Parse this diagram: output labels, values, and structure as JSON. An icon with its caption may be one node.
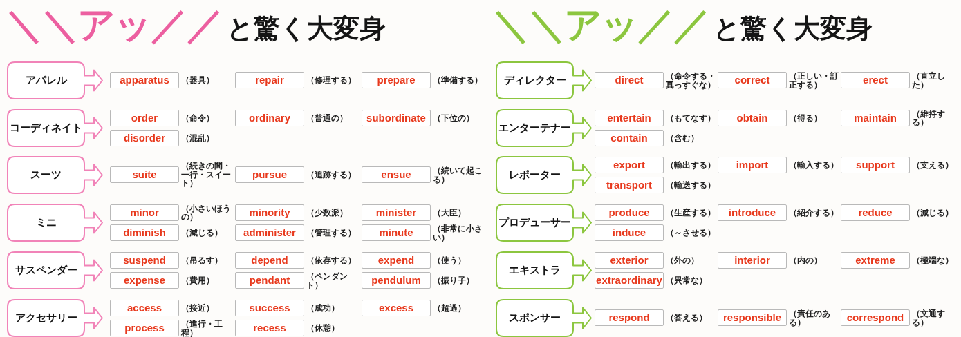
{
  "diagram": {
    "title": "**＼＼アッ／／**と驚く大変身",
    "labels": [
      "**＼＼アッ／／**と驚く大変身"
    ],
    "nodes": [
      {
        "text": [
          "アパレル"
        ]
      },
      {
        "text": [
          "apparatus"
        ],
        "beside": [
          "（器具）"
        ]
      },
      {
        "text": [
          "repair"
        ],
        "beside": [
          "（修理する）"
        ]
      },
      {
        "text": [
          "prepare"
        ],
        "beside": [
          "（準備する）"
        ]
      },
      {
        "text": [
          "コーディネイト"
        ]
      },
      {
        "text": [
          "order"
        ],
        "beside": [
          "（命令）"
        ]
      },
      {
        "text": [
          "ordinary"
        ],
        "beside": [
          "（普通の）"
        ]
      },
      {
        "text": [
          "subordinate"
        ],
        "beside": [
          "（下位の）"
        ]
      },
      {
        "text": [
          "disorder"
        ],
        "beside": [
          "（混乱）"
        ]
      },
      {
        "text": [
          "スーツ"
        ]
      },
      {
        "text": [
          "suite"
        ],
        "beside": [
          "（続きの間・一行・スイート）"
        ]
      },
      {
        "text": [
          "pursue"
        ],
        "beside": [
          "（追跡する）"
        ]
      },
      {
        "text": [
          "ensue"
        ],
        "beside": [
          "（続いて起こる）"
        ]
      },
      {
        "text": [
          "ミニ"
        ]
      },
      {
        "text": [
          "minor"
        ],
        "beside": [
          "（小さいほうの）"
        ]
      },
      {
        "text": [
          "minority"
        ],
        "beside": [
          "（少数派）"
        ]
      },
      {
        "text": [
          "minister"
        ],
        "beside": [
          "（大臣）"
        ]
      },
      {
        "text": [
          "diminish"
        ],
        "beside": [
          "（減じる）"
        ]
      },
      {
        "text": [
          "administer"
        ],
        "beside": [
          "（管理する）"
        ]
      },
      {
        "text": [
          "minute"
        ],
        "beside": [
          "（非常に小さい）"
        ]
      },
      {
        "text": [
          "サスペンダー"
        ]
      },
      {
        "text": [
          "suspend"
        ],
        "beside": [
          "（吊るす）"
        ]
      },
      {
        "text": [
          "depend"
        ],
        "beside": [
          "（依存する）"
        ]
      },
      {
        "text": [
          "expend"
        ],
        "beside": [
          "（使う）"
        ]
      },
      {
        "text": [
          "expense"
        ],
        "beside": [
          "（費用）"
        ]
      },
      {
        "text": [
          "pendant"
        ],
        "beside": [
          "（ペンダント）"
        ]
      },
      {
        "text": [
          "pendulum"
        ],
        "beside": [
          "（振り子）"
        ]
      },
      {
        "text": [
          "アクセサリー"
        ]
      },
      {
        "text": [
          "access"
        ],
        "beside": [
          "（接近）"
        ]
      },
      {
        "text": [
          "success"
        ],
        "beside": [
          "（成功）"
        ]
      },
      {
        "text": [
          "excess"
        ],
        "beside": [
          "（超過）"
        ]
      },
      {
        "text": [
          "process"
        ],
        "beside": [
          "（進行・工程）"
        ]
      },
      {
        "text": [
          "recess"
        ],
        "beside": [
          "（休憩）"
        ]
      },
      {
        "text": [
          "ディレクター"
        ]
      },
      {
        "text": [
          "direct"
        ],
        "beside": [
          "（命令する・真っすぐな）"
        ]
      },
      {
        "text": [
          "correct"
        ],
        "beside": [
          "（正しい・訂正する）"
        ]
      },
      {
        "text": [
          "erect"
        ],
        "beside": [
          "（直立した）"
        ]
      },
      {
        "text": [
          "エンターテナー"
        ]
      },
      {
        "text": [
          "entertain"
        ],
        "beside": [
          "（もてなす）"
        ]
      },
      {
        "text": [
          "obtain"
        ],
        "beside": [
          "（得る）"
        ]
      },
      {
        "text": [
          "maintain"
        ],
        "beside": [
          "（維持する）"
        ]
      },
      {
        "text": [
          "contain"
        ],
        "beside": [
          "（含む）"
        ]
      },
      {
        "text": [
          "レポーター"
        ]
      },
      {
        "text": [
          "export"
        ],
        "beside": [
          "（輸出する）"
        ]
      },
      {
        "text": [
          "import"
        ],
        "beside": [
          "（輸入する）"
        ]
      },
      {
        "text": [
          "support"
        ],
        "beside": [
          "（支える）"
        ]
      },
      {
        "text": [
          "transport"
        ],
        "beside": [
          "（輸送する）"
        ]
      },
      {
        "text": [
          "プロデューサー"
        ]
      },
      {
        "text": [
          "produce"
        ],
        "beside": [
          "（生産する）"
        ]
      },
      {
        "text": [
          "introduce"
        ],
        "beside": [
          "（紹介する）"
        ]
      },
      {
        "text": [
          "reduce"
        ],
        "beside": [
          "（減じる）"
        ]
      },
      {
        "text": [
          "induce"
        ],
        "beside": [
          "（～させる）"
        ]
      },
      {
        "text": [
          "エキストラ"
        ]
      },
      {
        "text": [
          "exterior"
        ],
        "beside": [
          "（外の）"
        ]
      },
      {
        "text": [
          "interior"
        ],
        "beside": [
          "（内の）"
        ]
      },
      {
        "text": [
          "extreme"
        ],
        "beside": [
          "（極端な）"
        ]
      },
      {
        "text": [
          "extraordinary"
        ],
        "beside": [
          "（異常な）"
        ]
      },
      {
        "text": [
          "スポンサー"
        ]
      },
      {
        "text": [
          "respond"
        ],
        "beside": [
          "（答える）"
        ]
      },
      {
        "text": [
          "responsible"
        ],
        "beside": [
          "（責任のある）"
        ]
      },
      {
        "text": [
          "correspond"
        ],
        "beside": [
          "（文通する）"
        ]
      }
    ]
  }
}
